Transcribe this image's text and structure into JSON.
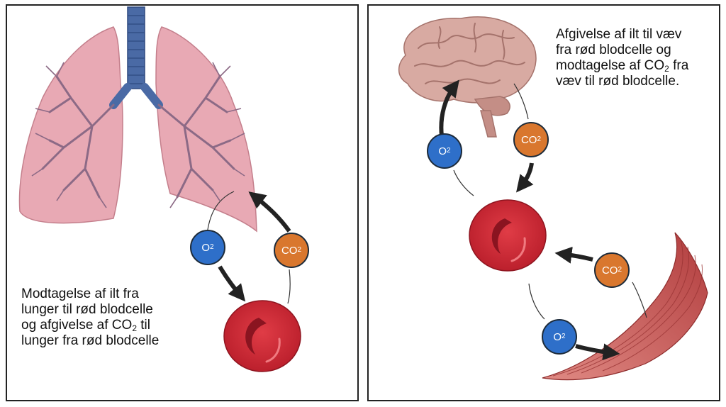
{
  "colors": {
    "lung_fill": "#e8a9b4",
    "trachea": "#4a6aa5",
    "airway": "#8c6a86",
    "brain": "#c99a92",
    "muscle": "#c25451",
    "rbc": "#d42b37",
    "o2_badge": "#2e6fc9",
    "co2_badge": "#d9772e",
    "arrow": "#222222"
  },
  "left_panel": {
    "caption": {
      "line1": "Modtagelse af ilt fra",
      "line2": "lunger til rød blodcelle",
      "line3_pre": "og afgivelse af CO",
      "line3_sub": "2",
      "line3_post": " til",
      "line4": "lunger fra rød blodcelle"
    },
    "o2": {
      "main": "O",
      "sub": "2"
    },
    "co2": {
      "main": "CO",
      "sub": "2"
    },
    "icons": [
      "lungs-icon",
      "red-blood-cell-icon",
      "arrow-icon"
    ]
  },
  "right_panel": {
    "caption": {
      "line1": "Afgivelse af ilt til væv",
      "line2": "fra rød blodcelle og",
      "line3_pre": "modtagelse af CO",
      "line3_sub": "2",
      "line3_post": " fra",
      "line4": "væv til rød blodcelle."
    },
    "brain_o2": {
      "main": "O",
      "sub": "2"
    },
    "brain_co2": {
      "main": "CO",
      "sub": "2"
    },
    "muscle_o2": {
      "main": "O",
      "sub": "2"
    },
    "muscle_co2": {
      "main": "CO",
      "sub": "2"
    },
    "icons": [
      "brain-icon",
      "red-blood-cell-icon",
      "muscle-icon",
      "arrow-icon"
    ]
  }
}
